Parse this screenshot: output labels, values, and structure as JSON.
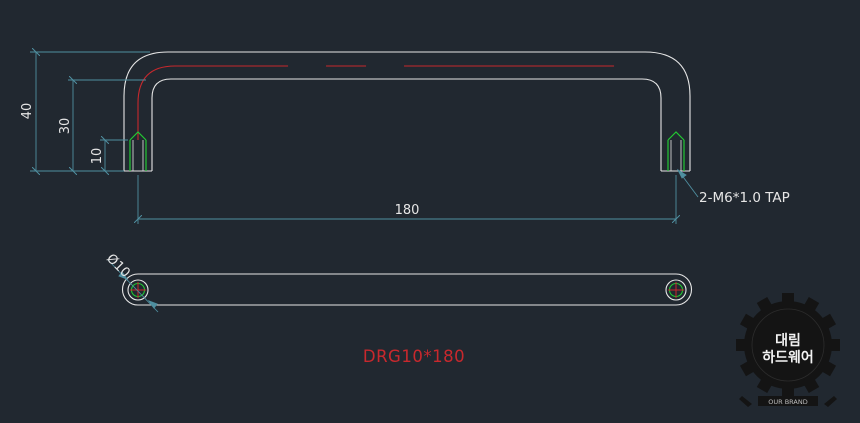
{
  "drawing": {
    "dim_overall_height": "40",
    "dim_inner_height": "30",
    "dim_thread_depth": "10",
    "dim_length": "180",
    "dim_diameter": "Ø10",
    "tap_note": "2-M6*1.0 TAP",
    "part_code": "DRG10*180"
  },
  "logo": {
    "name_line1": "대림",
    "name_line2": "하드웨어",
    "bottom_text": "OUR BRAND",
    "colors": {
      "body": "#141414",
      "text": "#f2f2f2"
    }
  },
  "colors": {
    "background": "#212830",
    "outline": "#e6e6e6",
    "dimension": "#4f8fa0",
    "centerline": "#c8282d",
    "thread": "#22c833",
    "title": "#c8282d"
  }
}
